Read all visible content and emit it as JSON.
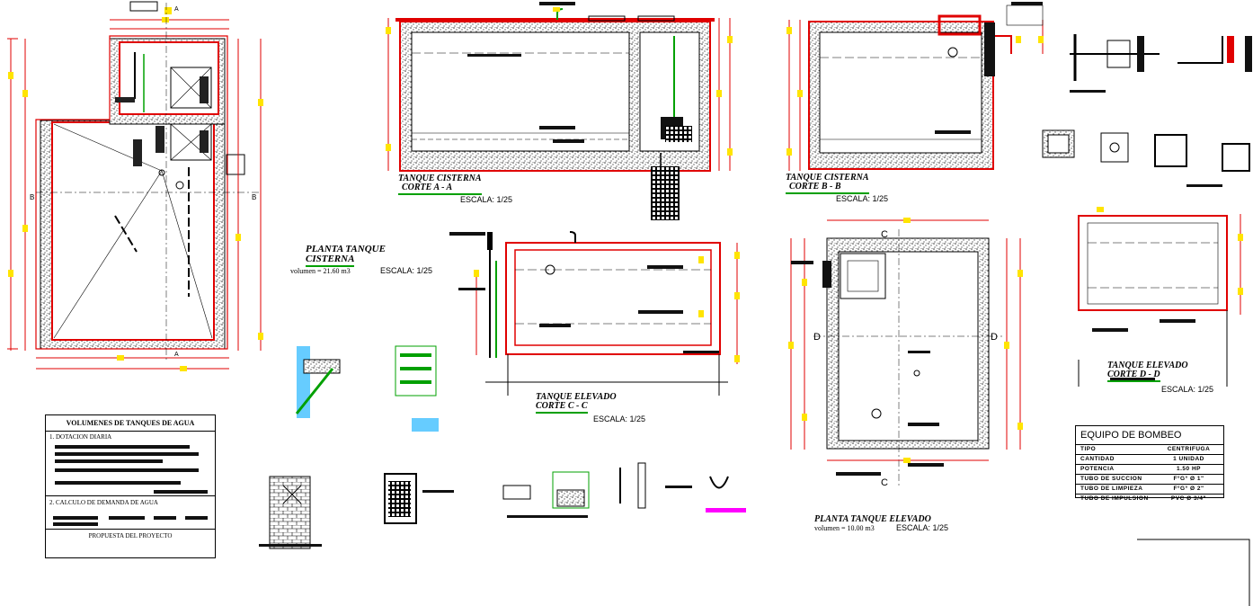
{
  "drawings": {
    "cistern_section_aa": {
      "title": "TANQUE CISTERNA",
      "subtitle": "CORTE A - A",
      "scale": "ESCALA:  1/25"
    },
    "cistern_section_bb": {
      "title": "TANQUE CISTERNA",
      "subtitle": "CORTE B - B",
      "scale": "ESCALA:  1/25"
    },
    "cistern_plan": {
      "title": "PLANTA TANQUE",
      "subtitle": "CISTERNA",
      "volume": "volumen = 21.60 m3",
      "scale": "ESCALA:  1/25"
    },
    "elevated_section_cc": {
      "title": "TANQUE ELEVADO",
      "subtitle": "CORTE C - C",
      "scale": "ESCALA:  1/25"
    },
    "elevated_section_dd": {
      "title": "TANQUE ELEVADO",
      "subtitle": "CORTE D - D",
      "scale": "ESCALA:  1/25"
    },
    "elevated_plan": {
      "title": "PLANTA TANQUE ELEVADO",
      "volume": "volumen = 10.00 m3",
      "scale": "ESCALA:  1/25"
    }
  },
  "section_markers": {
    "a": "A",
    "b": "B",
    "c": "C",
    "d": "D"
  },
  "volumes_table": {
    "title": "VOLUMENES DE TANQUES DE AGUA",
    "section1": "1. DOTACION DIARIA",
    "section2": "2. CALCULO DE DEMANDA DE AGUA",
    "section3": "PROPUESTA DEL PROYECTO"
  },
  "pump_table": {
    "title": "EQUIPO DE BOMBEO",
    "rows": [
      {
        "key": "TIPO",
        "value": "CENTRIFUGA"
      },
      {
        "key": "CANTIDAD",
        "value": "1 UNIDAD"
      },
      {
        "key": "POTENCIA",
        "value": "1.50 HP"
      },
      {
        "key": "TUBO DE SUCCION",
        "value": "F°G° Ø 1\""
      },
      {
        "key": "TUBO DE LIMPIEZA",
        "value": "F°G° Ø 2\""
      },
      {
        "key": "TUBO DE IMPULSION",
        "value": "PVC Ø 3/4\""
      }
    ]
  },
  "colors": {
    "wall": "#e00000",
    "dimension": "#e00000",
    "pipe": "#00a000",
    "tag": "#ffe400",
    "concrete": "#555555",
    "accent": "#ff00ff"
  }
}
